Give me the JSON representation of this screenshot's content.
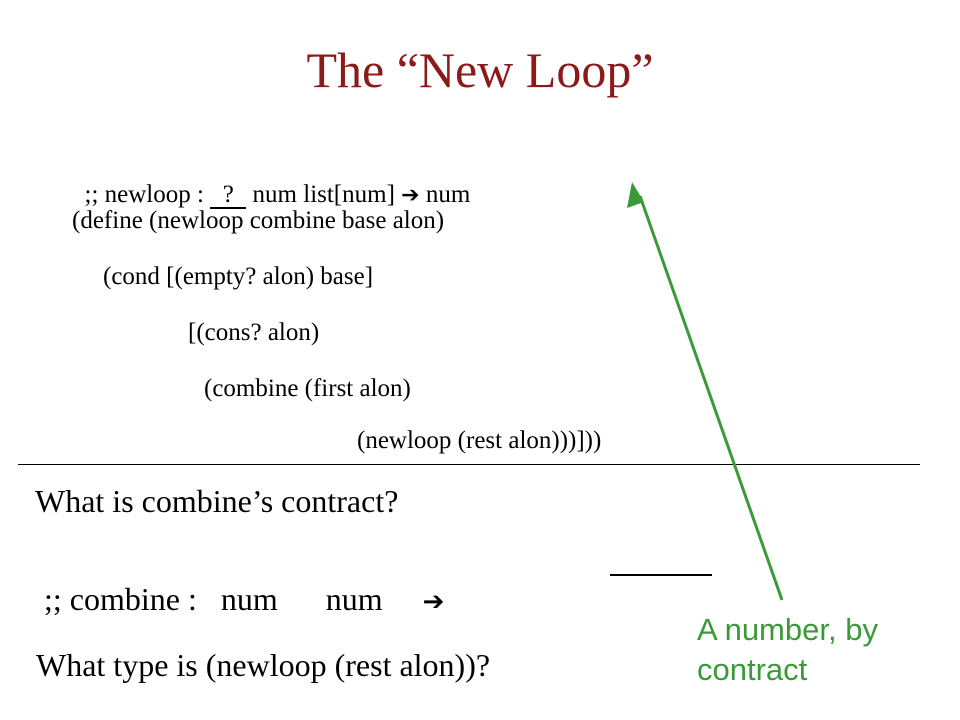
{
  "slide": {
    "title": "The “New Loop”",
    "contract_line": {
      "prefix": ";; newloop : ",
      "blank": "  ?  ",
      "rest": " num list[num] ",
      "arrow": "➔",
      "result": " num"
    },
    "code_lines": [
      "(define (newloop combine base alon)",
      "(cond [(empty? alon) base]",
      "[(cons? alon)",
      "(combine (first alon)",
      "(newloop (rest alon)))]))"
    ],
    "question1": "What is combine’s contract?",
    "combine_contract": {
      "prefix": ";; combine :   num      num     ",
      "arrow": "➔",
      "blank": "          "
    },
    "question2": "What type is (newloop (rest alon))?",
    "annotation": {
      "line1": "A number, by",
      "line2": "contract",
      "color": "#3a9a3a"
    }
  }
}
